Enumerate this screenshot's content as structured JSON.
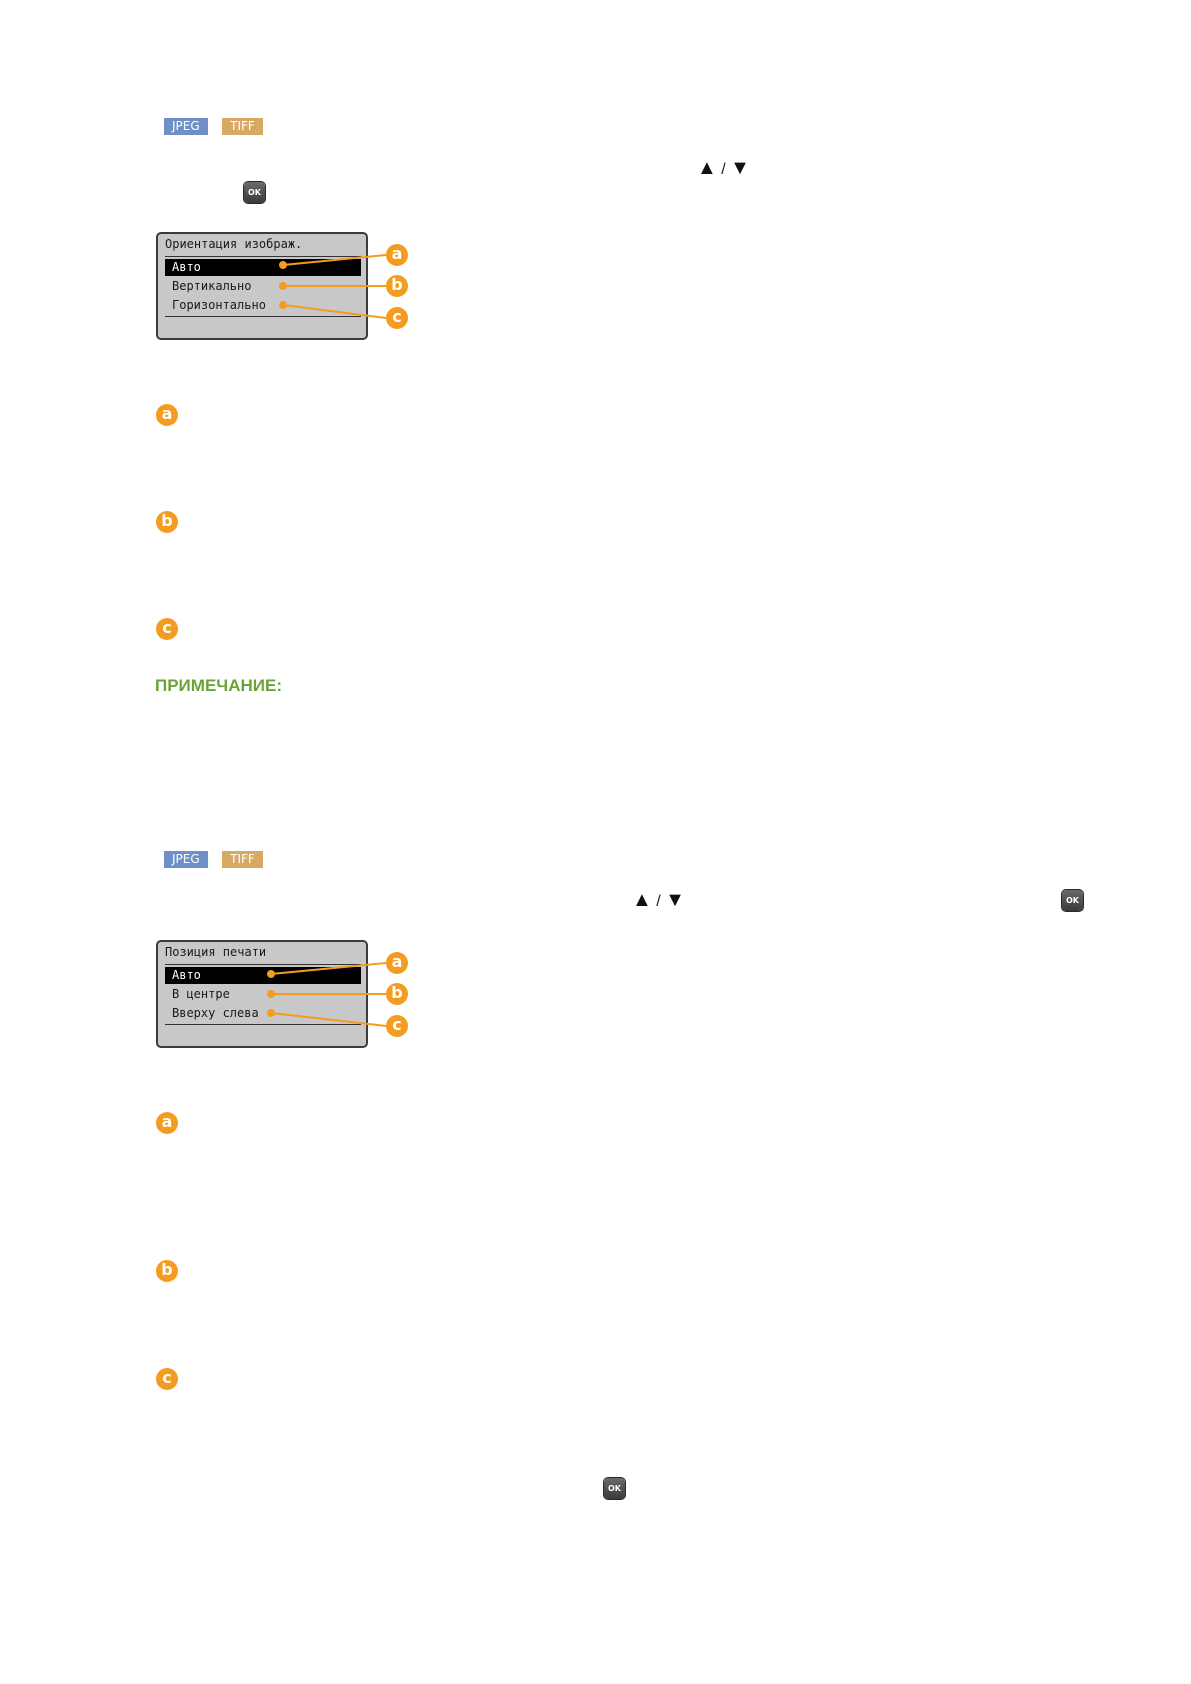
{
  "section1": {
    "badges": [
      "JPEG",
      "TIFF"
    ],
    "nav_arrows": [
      "▲",
      "▼"
    ],
    "ok_label": "OK",
    "screen": {
      "title": "Ориентация изображ.",
      "items": [
        "Авто",
        "Вертикально",
        "Горизонтально"
      ]
    },
    "markers": [
      "a",
      "b",
      "c"
    ]
  },
  "note": {
    "heading": "ПРИМЕЧАНИЕ:"
  },
  "section2": {
    "badges": [
      "JPEG",
      "TIFF"
    ],
    "nav_arrows": [
      "▲",
      "▼"
    ],
    "ok_label": "OK",
    "screen": {
      "title": "Позиция печати",
      "items": [
        "Авто",
        "В центре",
        "Вверху слева"
      ]
    },
    "markers": [
      "a",
      "b",
      "c"
    ]
  },
  "footer": {
    "ok_label": "OK"
  },
  "colors": {
    "jpeg_badge": "#6f90c7",
    "tiff_badge": "#d8a962",
    "marker": "#f39c1f",
    "note_heading": "#6aa336"
  }
}
